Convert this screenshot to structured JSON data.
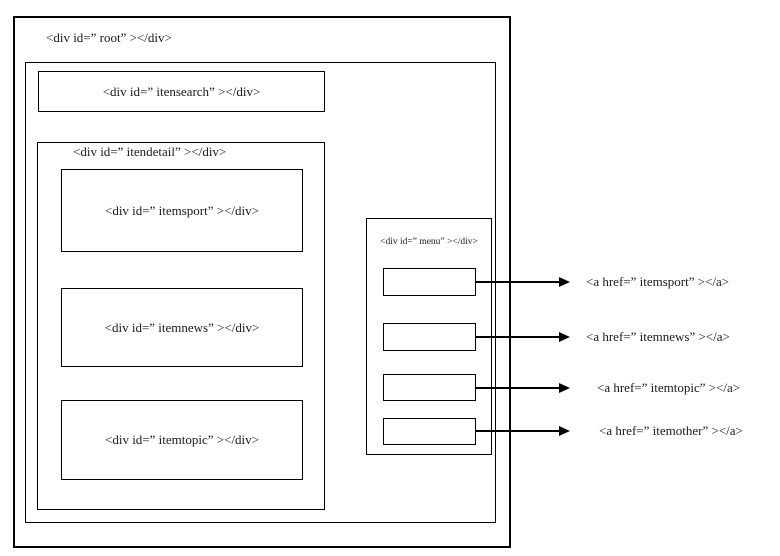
{
  "root": {
    "label": "<div id=” root” ></div>"
  },
  "search": {
    "label": "<div id=” itensearch” ></div>"
  },
  "detail": {
    "label": "<div id=” itendetail” ></div>"
  },
  "sport": {
    "label": "<div id=” itemsport” ></div>"
  },
  "news": {
    "label": "<div id=” itemnews” ></div>"
  },
  "topic": {
    "label": "<div id=” itemtopic” ></div>"
  },
  "menu": {
    "label": "<div id=” menu” ></div>"
  },
  "links": [
    {
      "label": "<a href=” itemsport” ></a>"
    },
    {
      "label": "<a href=” itemnews” ></a>"
    },
    {
      "label": "<a href=” itemtopic” ></a>"
    },
    {
      "label": "<a href=” itemother” ></a>"
    }
  ],
  "colors": {
    "line": "#000000",
    "text": "#1a1a1a",
    "background": "#ffffff"
  }
}
